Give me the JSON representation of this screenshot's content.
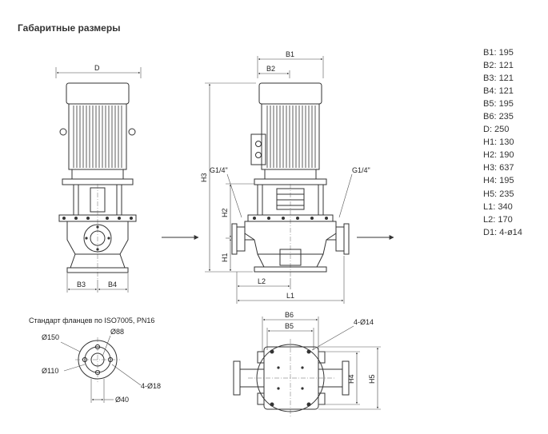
{
  "title": "Габаритные размеры",
  "specs": [
    "B1: 195",
    "B2: 121",
    "B3: 121",
    "B4: 121",
    "B5: 195",
    "B6: 235",
    "D: 250",
    "H1: 130",
    "H2: 190",
    "H3: 637",
    "H4: 195",
    "H5: 235",
    "L1: 340",
    "L2: 170",
    "D1: 4-ø14"
  ],
  "labels": {
    "D": "D",
    "B1": "B1",
    "B2": "B2",
    "B3": "B3",
    "B4": "B4",
    "B5": "B5",
    "B6": "B6",
    "H1": "H1",
    "H2": "H2",
    "H3": "H3",
    "H4": "H4",
    "H5": "H5",
    "L1": "L1",
    "L2": "L2",
    "g14_left": "G1/4\"",
    "g14_right": "G1/4\"",
    "holes_top": "4-Ø14"
  },
  "flange": {
    "caption": "Стандарт фланцев по ISO7005, PN16",
    "d88": "Ø88",
    "d150": "Ø150",
    "d110": "Ø110",
    "holes": "4-Ø18",
    "d40": "Ø40"
  }
}
